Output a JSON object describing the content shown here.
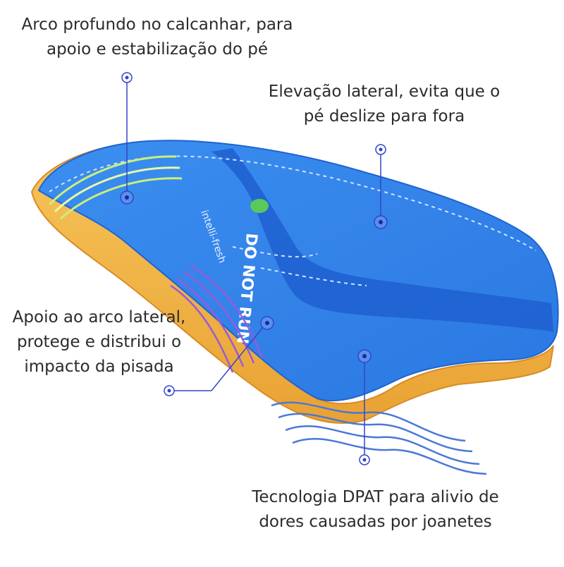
{
  "callouts": [
    {
      "lines": [
        "Arco profundo no calcanhar, para",
        "apoio e estabilização do pé"
      ]
    },
    {
      "lines": [
        "Elevação lateral, evita que o",
        "pé deslize para fora"
      ]
    },
    {
      "lines": [
        "Apoio ao arco lateral,",
        "protege e distribui o",
        "impacto da pisada"
      ]
    },
    {
      "lines": [
        "Tecnologia DPAT para alivio de",
        "dores causadas por joanetes"
      ]
    }
  ],
  "insole_print": {
    "brand": "intelli-fresh",
    "slogan": "DO NOT RUN"
  },
  "colors": {
    "insole_blue": "#2f80e8",
    "insole_dark_blue": "#1f5fd0",
    "base_orange": "#f2b340",
    "marker": "#3346c9",
    "wave_blue": "#4a78d6",
    "wave_purple": "#9a5ad8"
  }
}
